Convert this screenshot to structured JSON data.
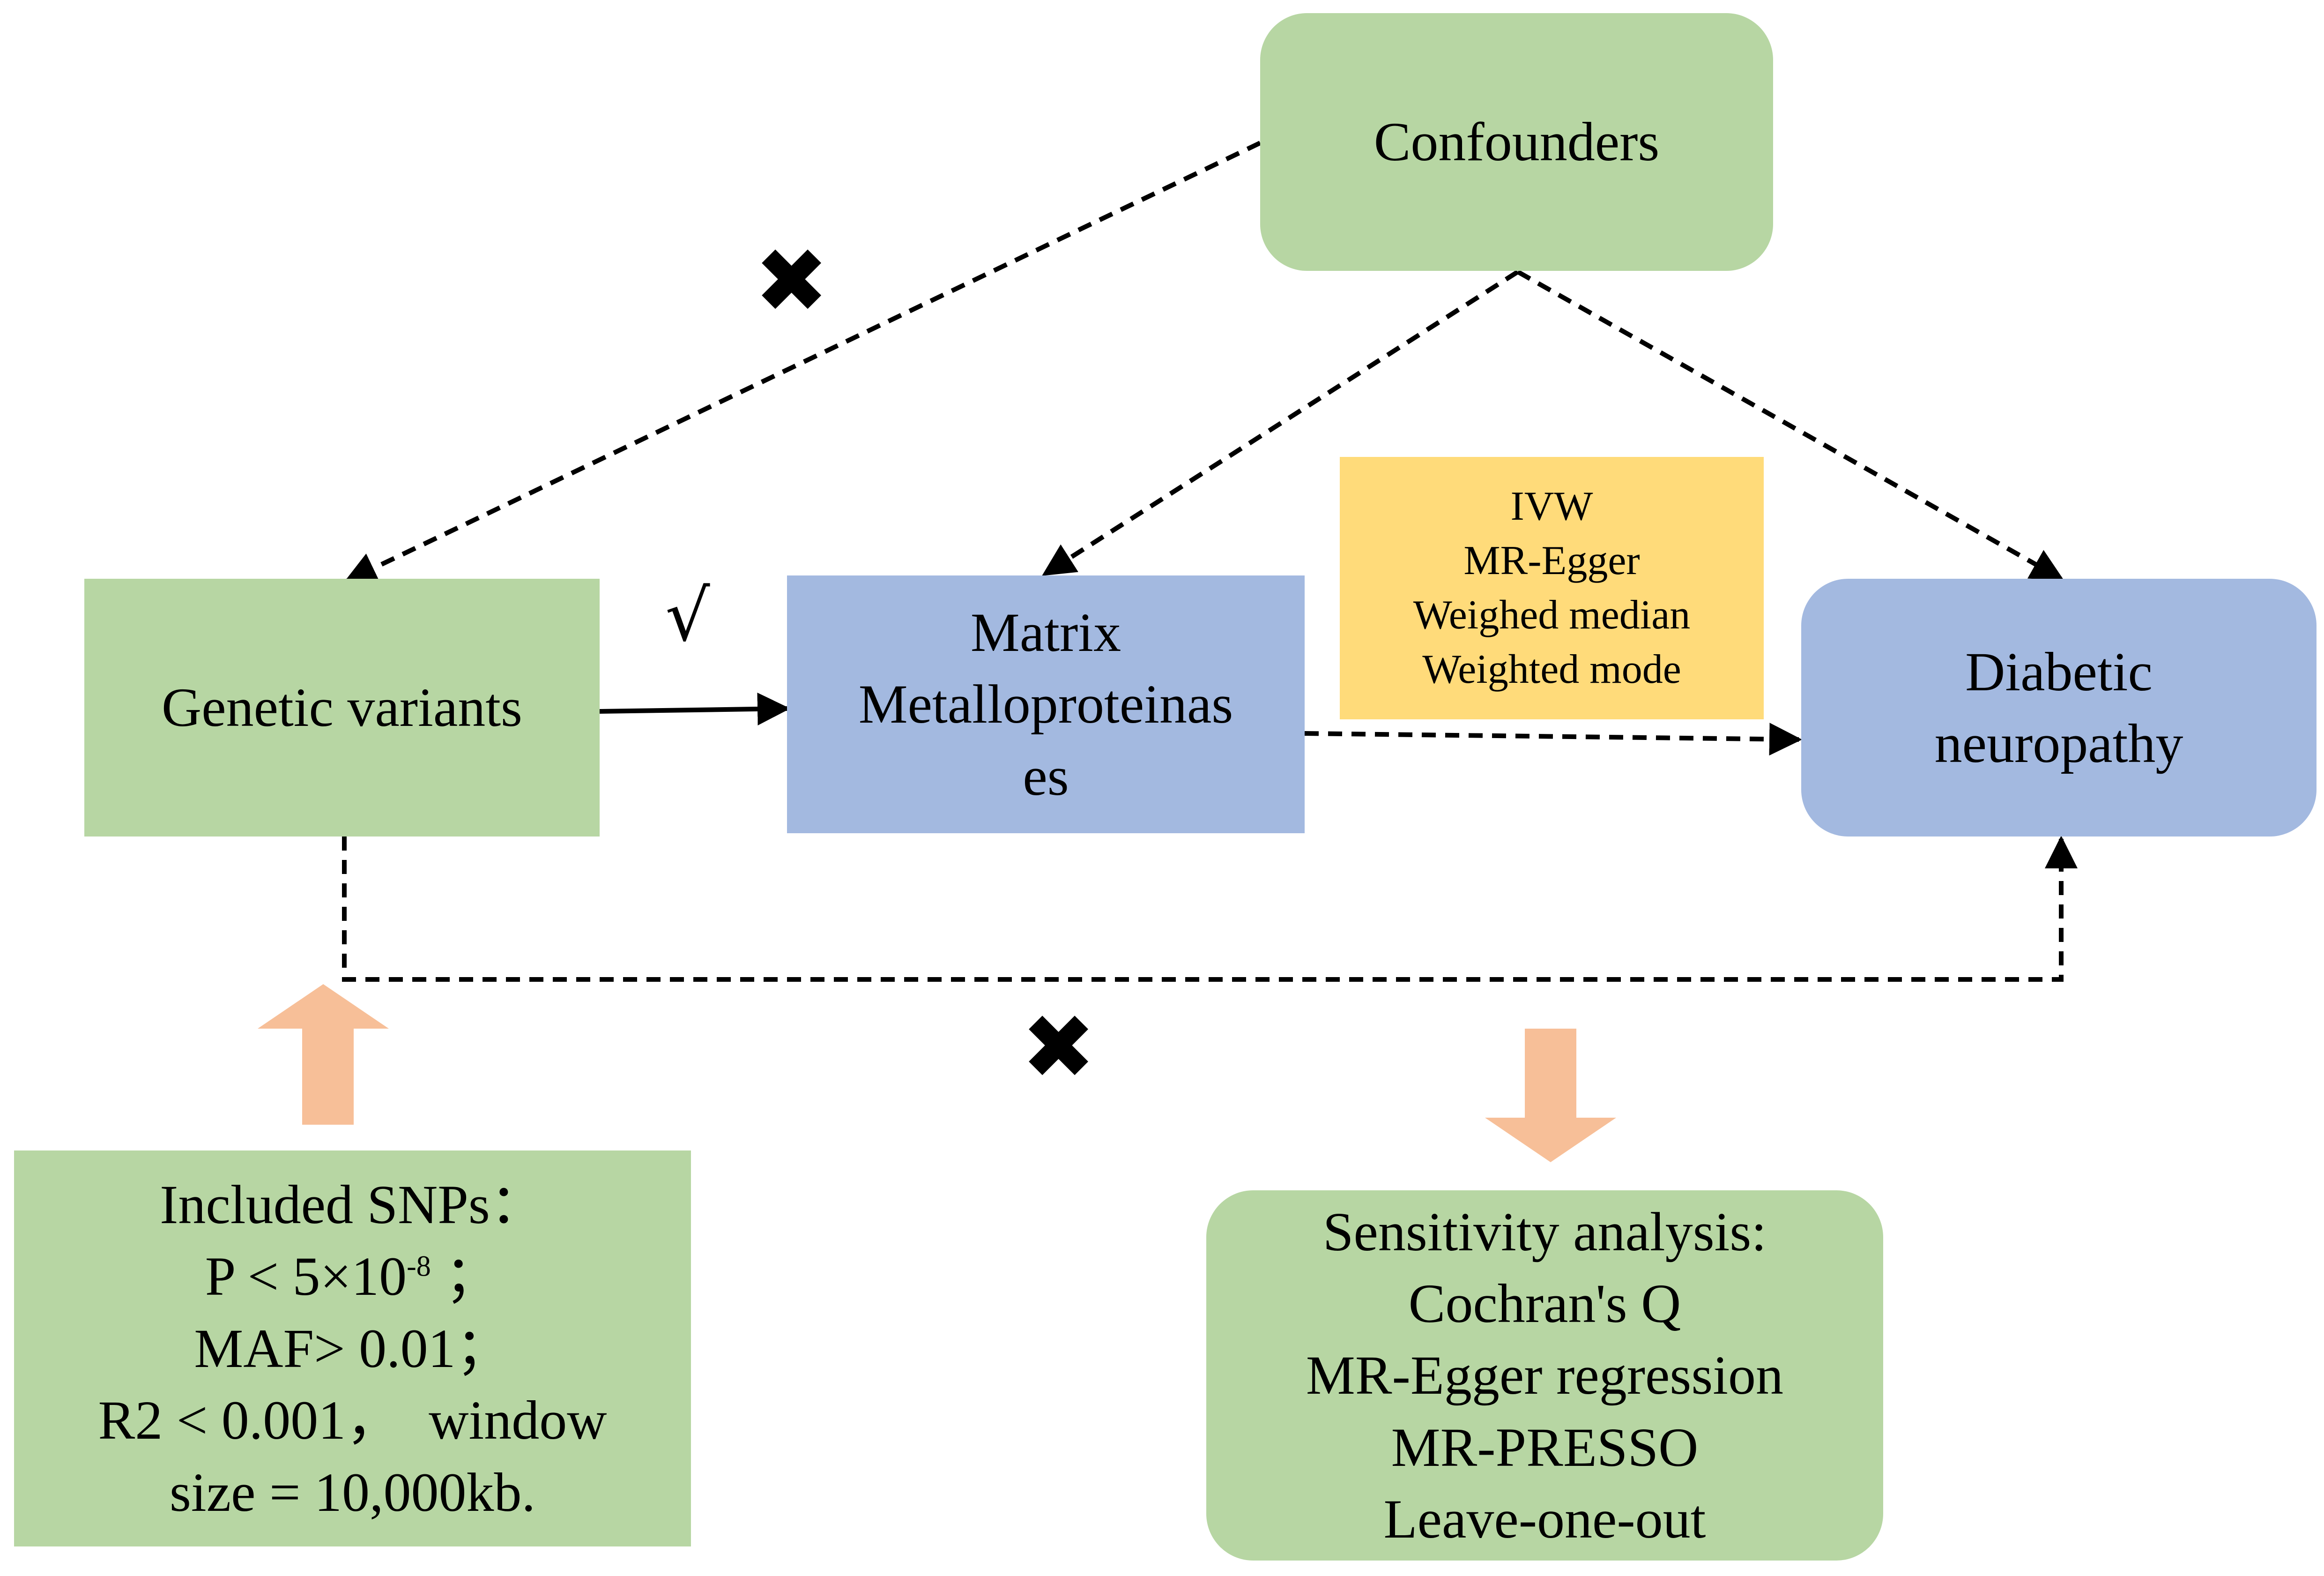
{
  "nodes": {
    "confounders": "Confounders",
    "genetic_variants": "Genetic variants",
    "mmp": [
      "Matrix",
      "Metalloproteinas",
      "es"
    ],
    "diabetic_neuropathy": [
      "Diabetic",
      "neuropathy"
    ],
    "methods": [
      "IVW",
      "MR-Egger",
      "Weighed median",
      "Weighted mode"
    ],
    "snps": {
      "title": "Included SNPs：",
      "p_prefix": "P < 5×10",
      "p_exp": "-8",
      "p_suffix": " ；",
      "maf": "MAF> 0.01；",
      "r2": "R2 < 0.001，  window",
      "size": "size = 10,000kb."
    },
    "sensitivity": [
      "Sensitivity analysis:",
      "Cochran's Q",
      "MR-Egger regression",
      "MR-PRESSO",
      "Leave-one-out"
    ]
  },
  "marks": {
    "cross": "✖",
    "check": "√"
  },
  "colors": {
    "green": "#b7d6a3",
    "blue": "#a3b9e0",
    "yellow": "#ffdb7a",
    "arrow": "#f7bf98"
  }
}
